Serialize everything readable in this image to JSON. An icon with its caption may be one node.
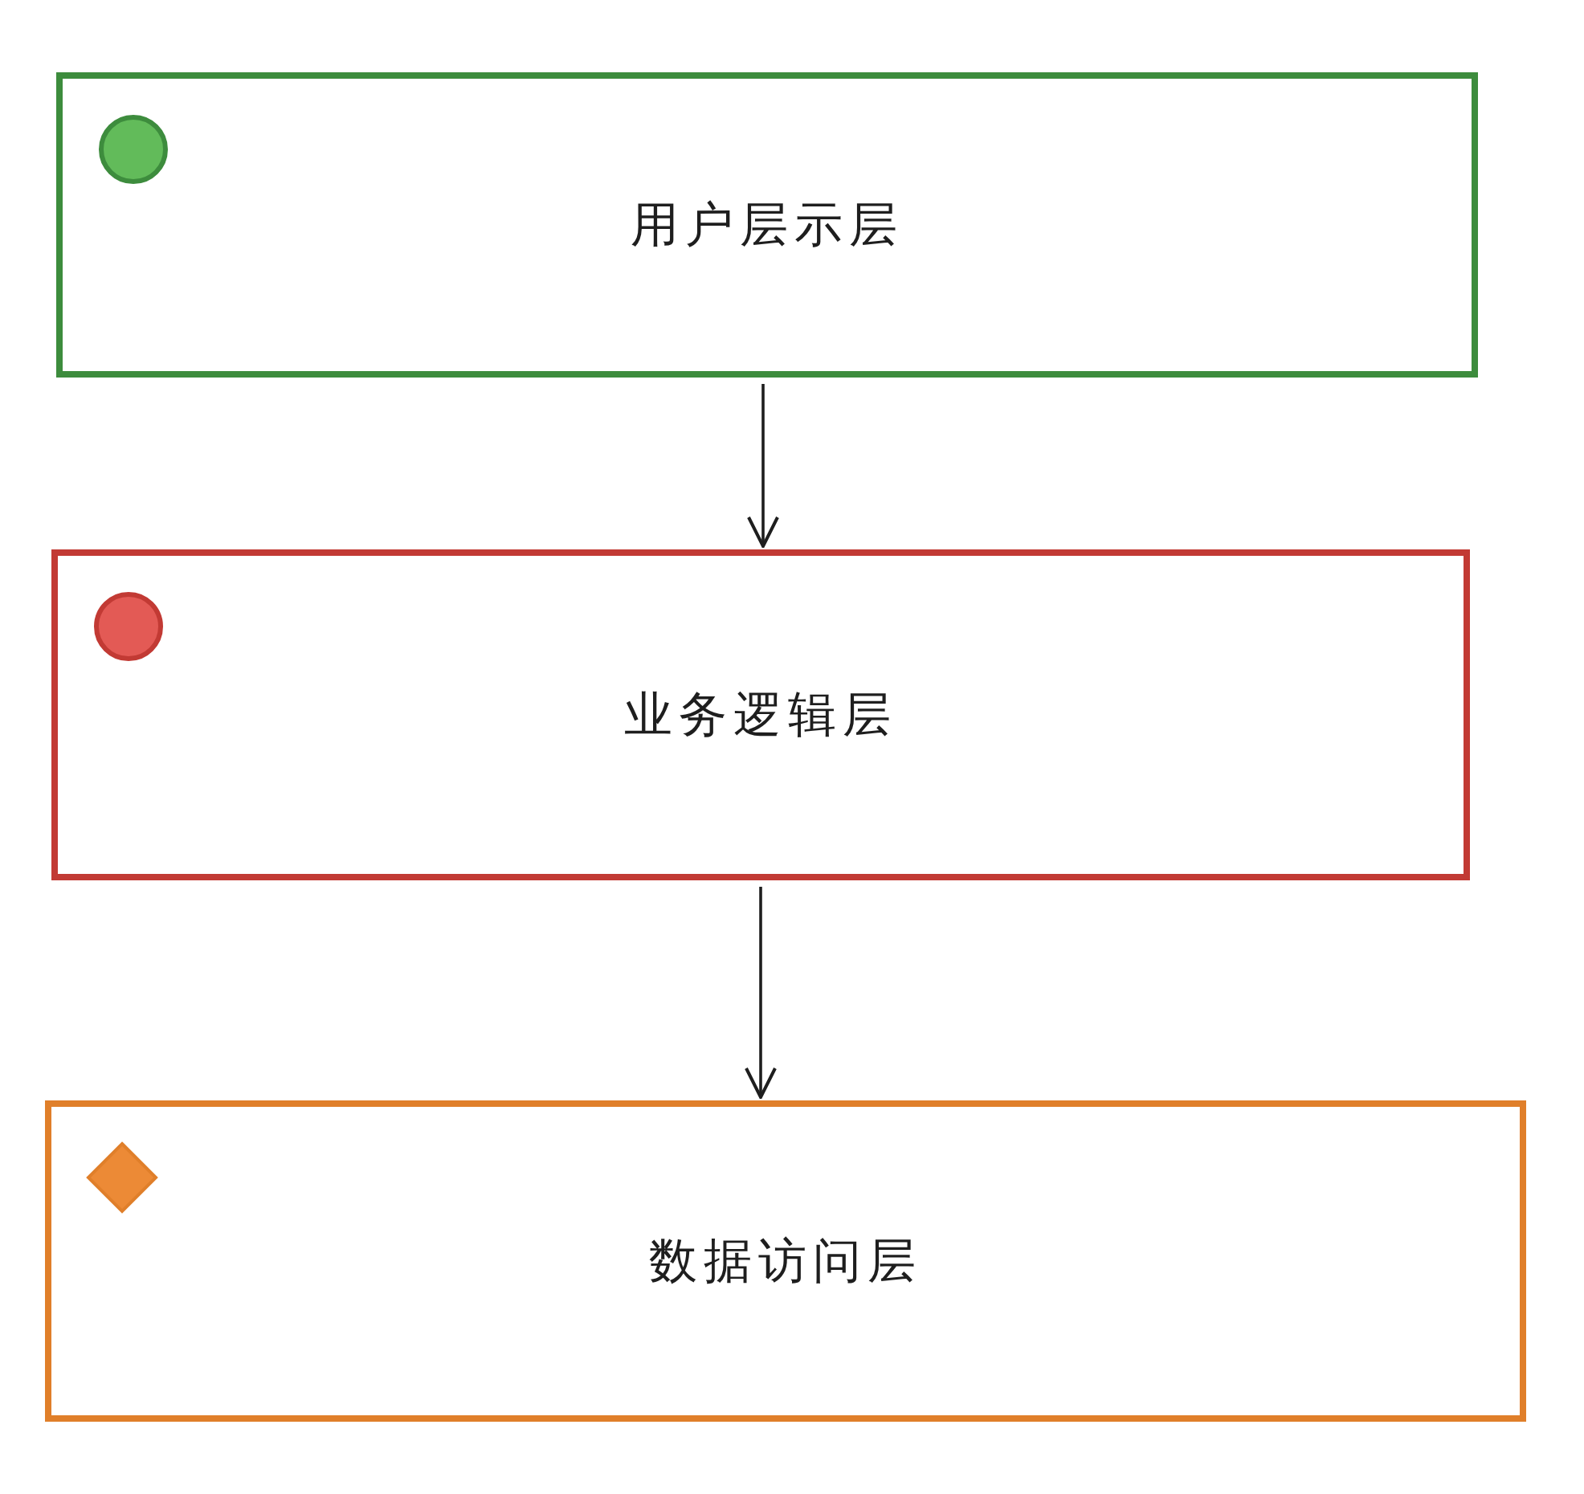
{
  "diagram": {
    "nodes": [
      {
        "text": [
          "用户层示层"
        ]
      },
      {
        "text": [
          "业务逻辑层"
        ]
      },
      {
        "text": [
          "数据访问层"
        ]
      }
    ],
    "edges": [
      {
        "from": 0,
        "to": 1,
        "arrow": "to"
      },
      {
        "from": 1,
        "to": 2,
        "arrow": "to"
      }
    ]
  }
}
